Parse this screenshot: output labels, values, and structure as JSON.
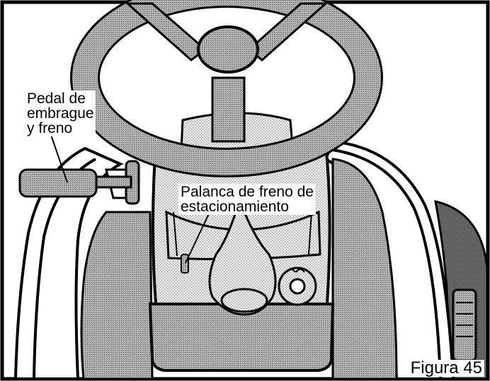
{
  "labels": {
    "pedal_line1": "Pedal de",
    "pedal_line2": "embrague",
    "pedal_line3": "y freno",
    "parking_line1": "Palanca de freno de",
    "parking_line2": "estacionamiento",
    "figure": "Figura 45"
  },
  "colors": {
    "dither_light": "#d6d6d6",
    "dither_mid": "#a9a9a9",
    "dither_dark": "#5a5a5a",
    "outline": "#000000",
    "background": "#ffffff"
  }
}
